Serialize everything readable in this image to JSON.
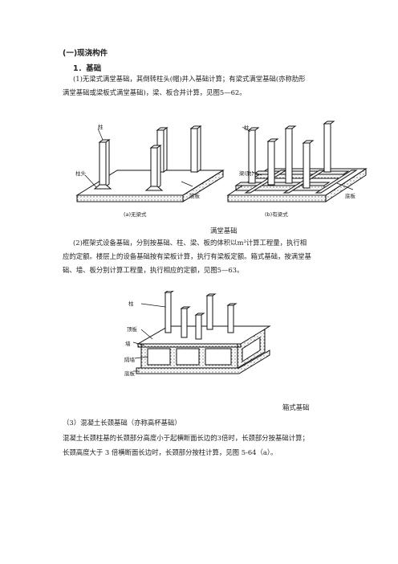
{
  "heading": "(一)现浇构件",
  "subheading": "1．基础",
  "para1": {
    "line1": "(1)无梁式满堂基础，其倒转柱头(帽)并入基础计算；有梁式满堂基础(亦称肋形",
    "line2": "满堂基础或梁板式满堂基础)，梁、板合并计算，见图5—62。"
  },
  "figure1": {
    "left_labels": {
      "column": "柱",
      "capital": "柱头",
      "slab": "底板",
      "caption": "(a)无梁式"
    },
    "right_labels": {
      "column": "柱",
      "beam": "梁(肋)",
      "slab": "底板",
      "caption": "(b)有梁式"
    },
    "caption": "满堂基础"
  },
  "para2": {
    "line1": "(2)框架式设备基础，分别按基础、柱、梁、板的体积以m³计算工程量，执行相",
    "line2": "应的定额。楼层上的设备基础按有梁板计算，执行有梁板定额。箱式基础，按满堂基",
    "line3": "础、墙、板分别计算工程量，执行相应的定额，见图5—63。"
  },
  "figure2": {
    "labels": {
      "column": "柱",
      "top_slab": "顶板",
      "wall": "墙",
      "partition": "隔墙",
      "bottom_slab": "底板"
    },
    "caption": "箱式基础"
  },
  "para3": {
    "title": "（3）混凝土长颈基础（亦称高杯基础）",
    "line1": "混凝土长颈柱基的长颈部分高度小于起横断面长边的3倍时，长颈部分按基础计算；",
    "line2": "长颈高度大于 3 倍横断面长边时，长颈部分按柱计算，见图 5-64（a）。"
  }
}
